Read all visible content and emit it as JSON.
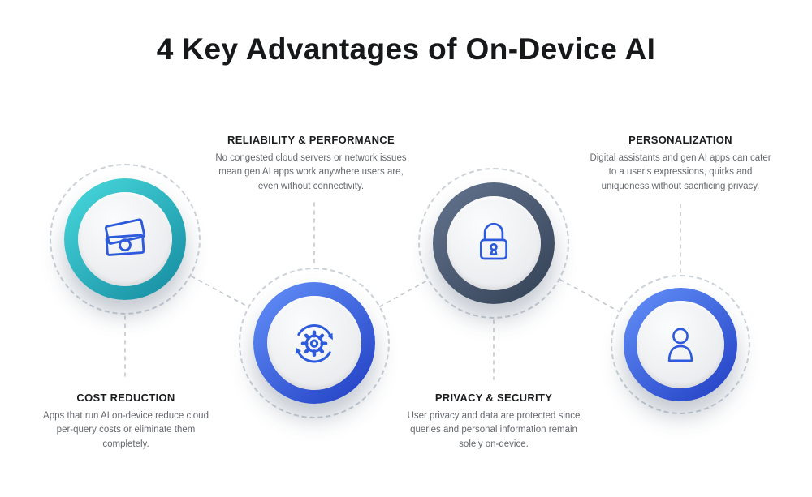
{
  "title": "4 Key Advantages of On-Device AI",
  "colors": {
    "icon_blue": "#2e5bdc",
    "ring_teal": "#2ab3c0",
    "ring_blue": "#3c63dd",
    "ring_slate": "#4c5f78",
    "dashed_line": "#c3c8ce"
  },
  "items": [
    {
      "id": "cost-reduction",
      "heading": "COST REDUCTION",
      "body": "Apps that run AI on-device reduce cloud per-query costs or eliminate them completely.",
      "icon": "banknotes-icon",
      "ring_color": "#2ab3c0"
    },
    {
      "id": "reliability-performance",
      "heading": "RELIABILITY & PERFORMANCE",
      "body": "No congested cloud servers or network issues mean gen AI apps work anywhere users are, even without connectivity.",
      "icon": "gear-refresh-icon",
      "ring_color": "#3c63dd"
    },
    {
      "id": "privacy-security",
      "heading": "PRIVACY & SECURITY",
      "body": "User privacy and data are protected since queries and personal information remain solely on-device.",
      "icon": "padlock-icon",
      "ring_color": "#4c5f78"
    },
    {
      "id": "personalization",
      "heading": "PERSONALIZATION",
      "body": "Digital assistants and gen AI apps can cater to a user's expressions, quirks and uniqueness without sacrificing privacy.",
      "icon": "person-icon",
      "ring_color": "#3c63dd"
    }
  ]
}
